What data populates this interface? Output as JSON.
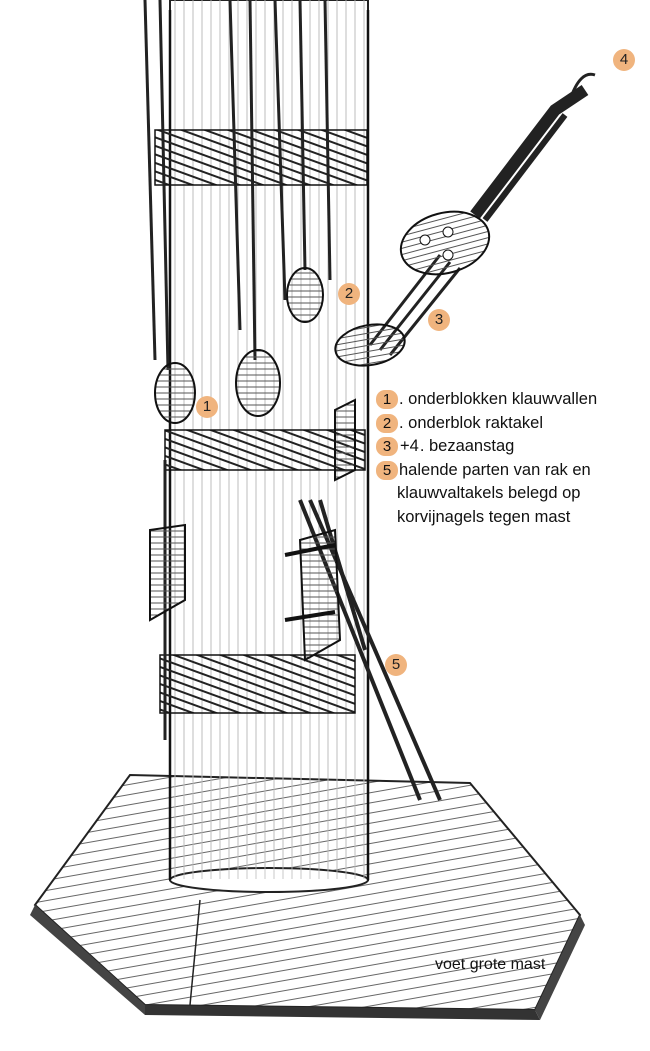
{
  "markers": [
    "1",
    "2",
    "3",
    "4",
    "5"
  ],
  "legend": [
    {
      "num": "1",
      "plus": "",
      "num2": "",
      "text": ". onderblokken klauwvallen"
    },
    {
      "num": "2",
      "plus": "",
      "num2": "",
      "text": ". onderblok raktakel"
    },
    {
      "num": "3",
      "plus": "+4",
      "num2": "",
      "text": ". bezaanstag"
    },
    {
      "num": "5",
      "plus": "",
      "num2": "",
      "text": "halende parten van rak en",
      "cont": [
        "klauwvaltakels belegd op",
        "korvijnagels tegen mast"
      ]
    }
  ],
  "caption": "voet grote mast",
  "colors": {
    "marker": "#f0b47e",
    "ink": "#2a2a2a"
  }
}
